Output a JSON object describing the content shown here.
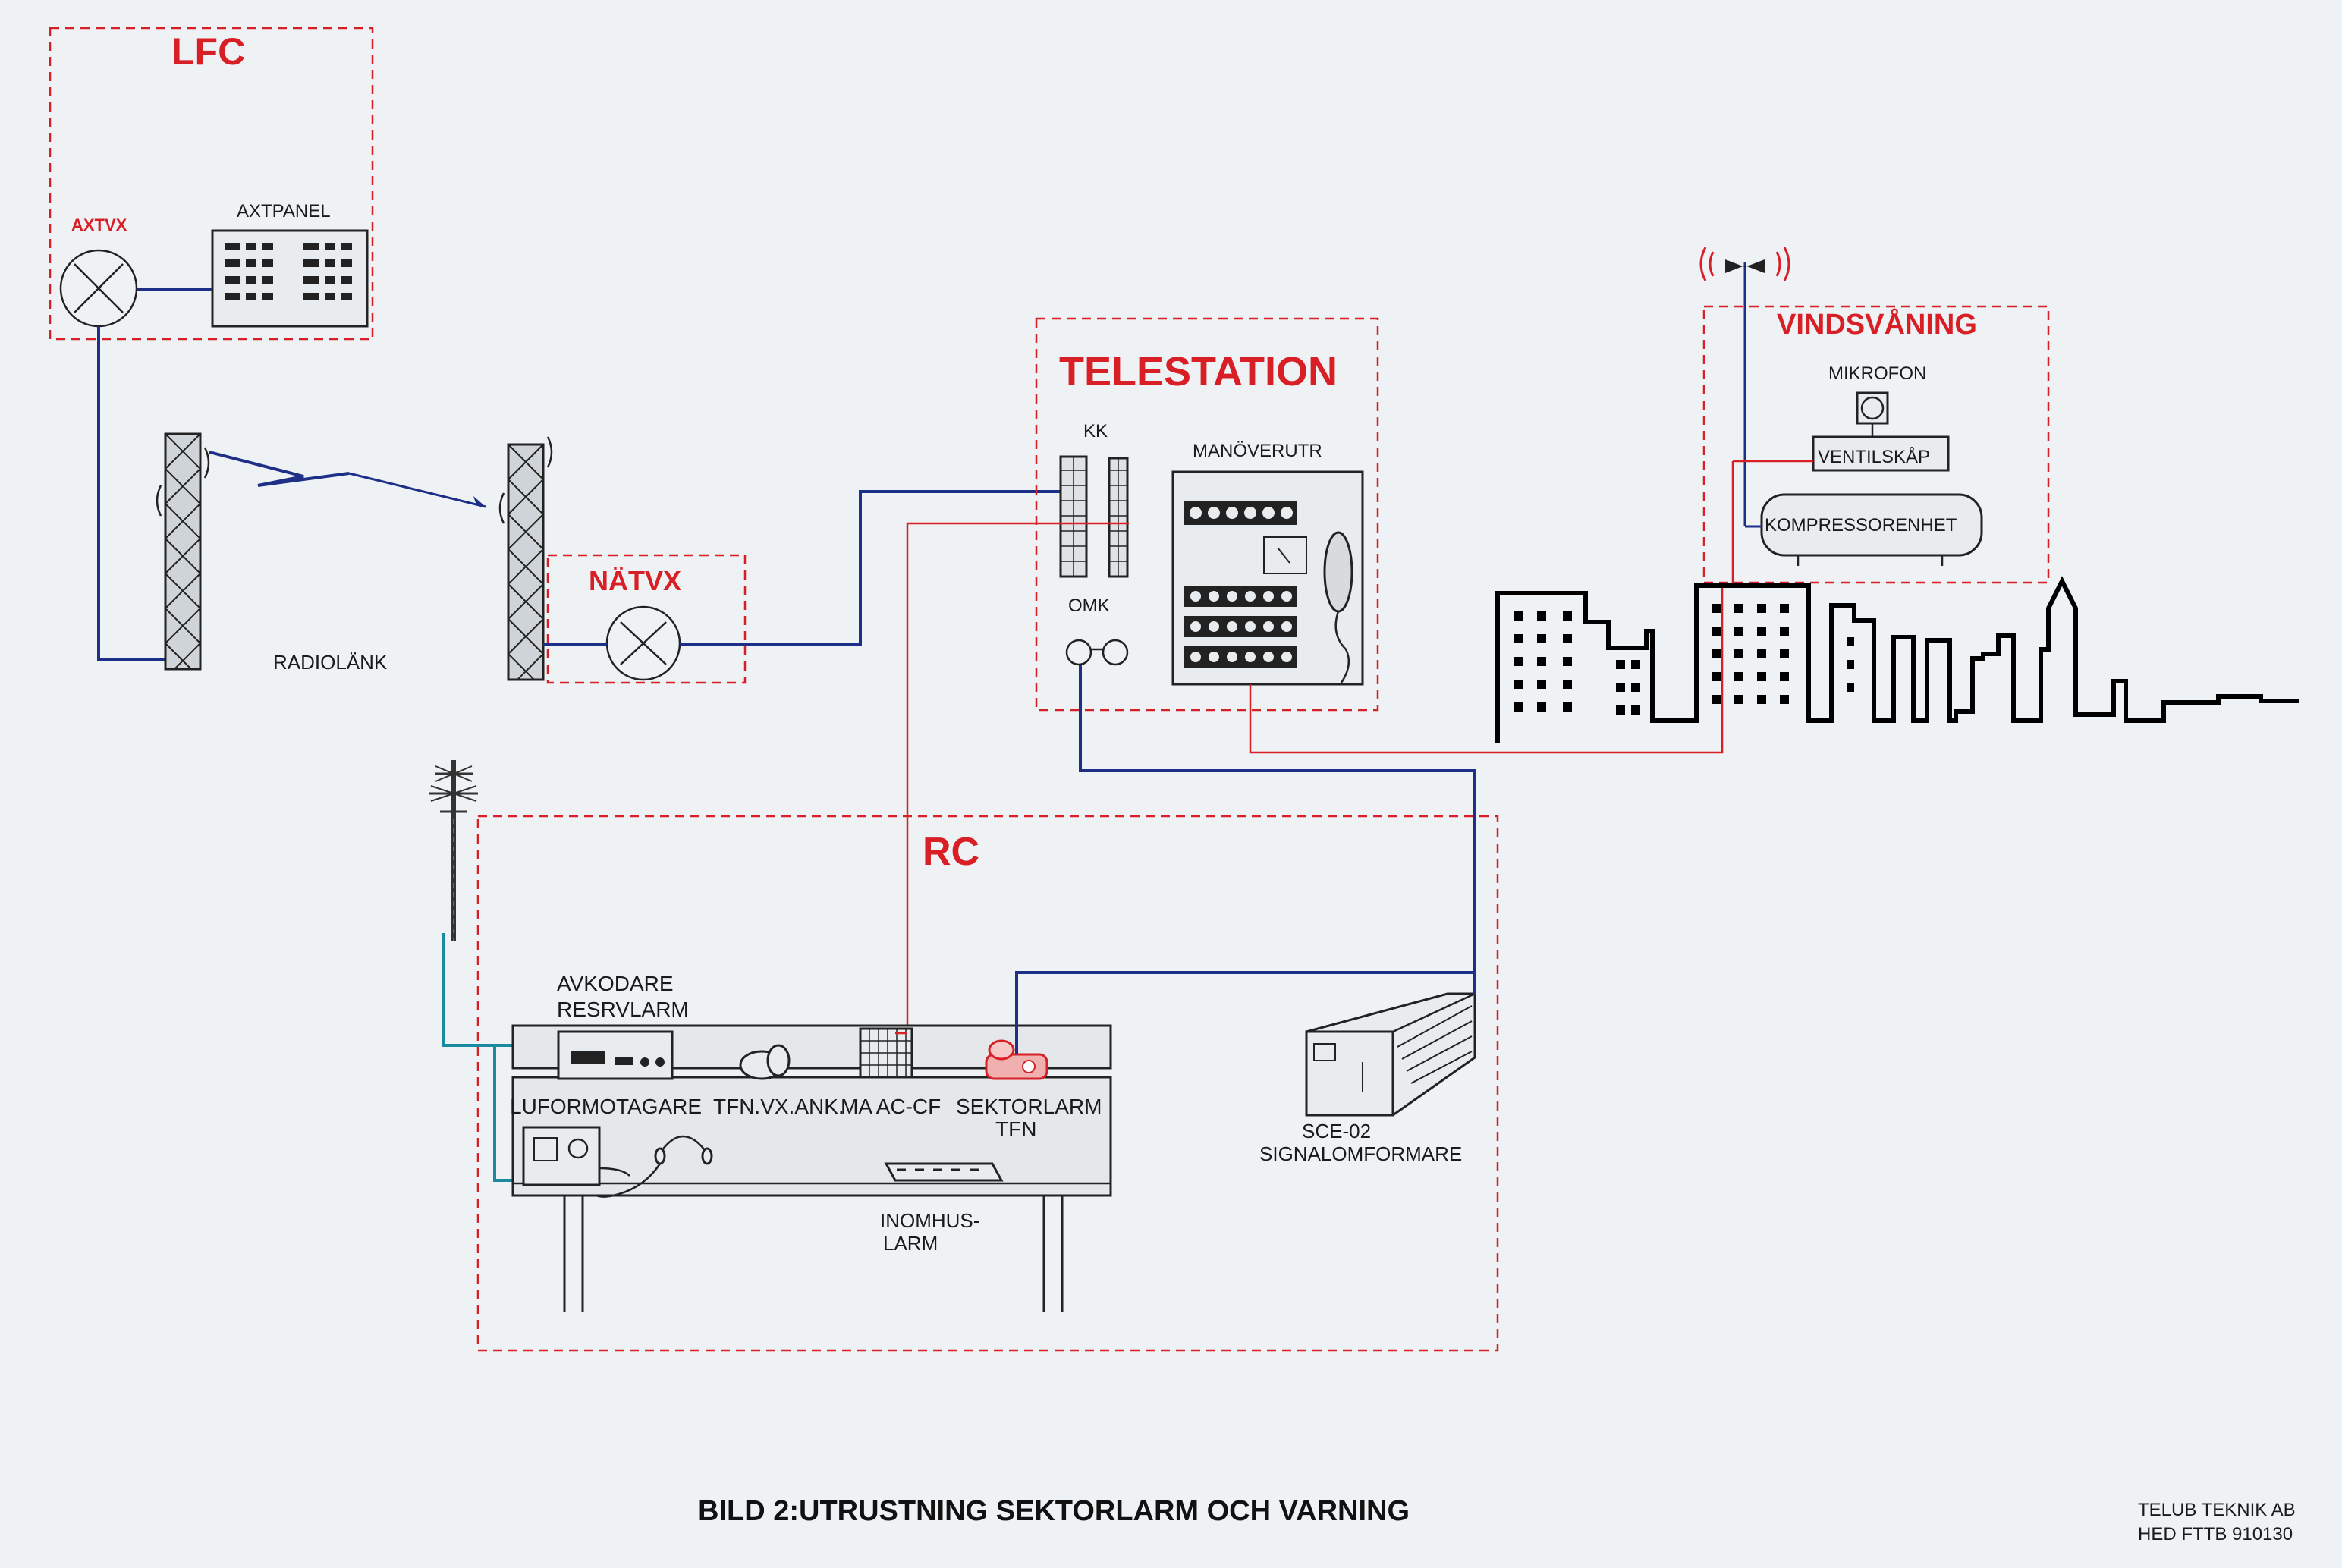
{
  "zones": {
    "lfc": "LFC",
    "telestation": "TELESTATION",
    "natvx": "NÄTVX",
    "vindsvaning": "VINDSVÅNING",
    "rc": "RC"
  },
  "labels": {
    "axtvx": "AXTVX",
    "axtpanel": "AXTPANEL",
    "radiolank": "RADIOLÄNK",
    "kk": "KK",
    "manoverutr": "MANÖVERUTR",
    "omk": "OMK",
    "mikrofon": "MIKROFON",
    "ventilskap": "VENTILSKÅP",
    "kompressorenhet": "KOMPRESSORENHET",
    "avkodare_line1": "AVKODARE",
    "avkodare_line2": "RESRVLARM",
    "luformotagare": "LUFORMOTAGARE",
    "tfn_vx_ank": "TFN.VX.ANK.",
    "ma_ac_cf": "MA AC-CF",
    "sektorlarm_line1": "SEKTORLARM",
    "sektorlarm_line2": "TFN",
    "sce_line1": "SCE-02",
    "sce_line2": "SIGNALOMFORMARE",
    "inomhus_line1": "INOMHUS-",
    "inomhus_line2": "LARM"
  },
  "caption": "BILD 2:UTRUSTNING SEKTORLARM OCH VARNING",
  "footer": {
    "line1": "TELUB TEKNIK AB",
    "line2": "HED FTTB 910130"
  },
  "colors": {
    "zone_border": "#d81f26",
    "signal_line": "#1d2f86",
    "alarm_line": "#d81f26",
    "power_line": "#1a8aa0",
    "background": "#eef2f4"
  }
}
